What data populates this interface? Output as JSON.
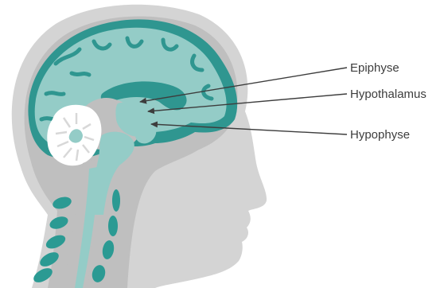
{
  "labels": {
    "epiphyse": "Epiphyse",
    "hypothalamus": "Hypothalamus",
    "hypophyse": "Hypophyse"
  },
  "colors": {
    "head_outer": "#d2d2d2",
    "head_inner": "#bcbcbc",
    "brain_fill": "#93cbc6",
    "brain_outline": "#2f9690",
    "cerebellum": "#ffffff",
    "spine_teal": "#2b9a93",
    "arrow": "#3d3d3d"
  }
}
